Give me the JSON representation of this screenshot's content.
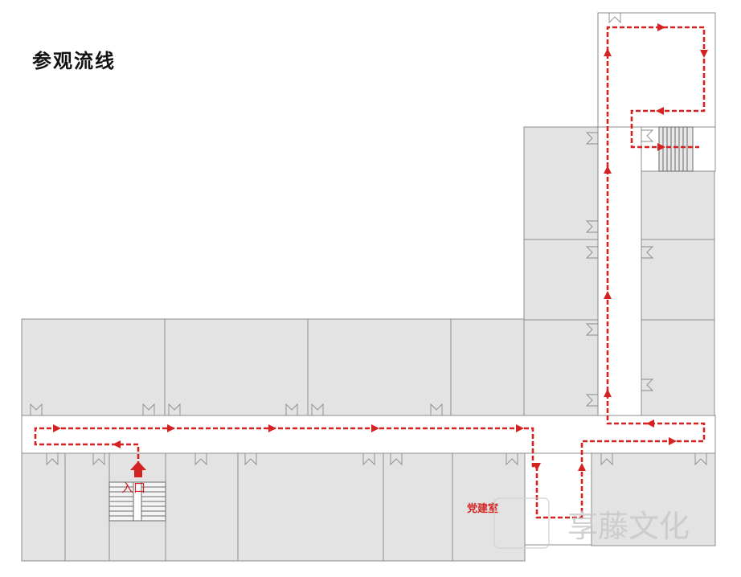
{
  "title": "参观流线",
  "labels": {
    "entrance": "入口",
    "party_room": "党建室"
  },
  "watermark": {
    "text": "享藤文化"
  },
  "colors": {
    "route": "#d42222",
    "room_fill": "#e3e3e3",
    "wall": "#8c8c8c",
    "background": "#ffffff"
  },
  "icons": {
    "entrance": "arrow-up-icon",
    "doors": "door-swing-icon",
    "stairs": "staircase-icon"
  }
}
